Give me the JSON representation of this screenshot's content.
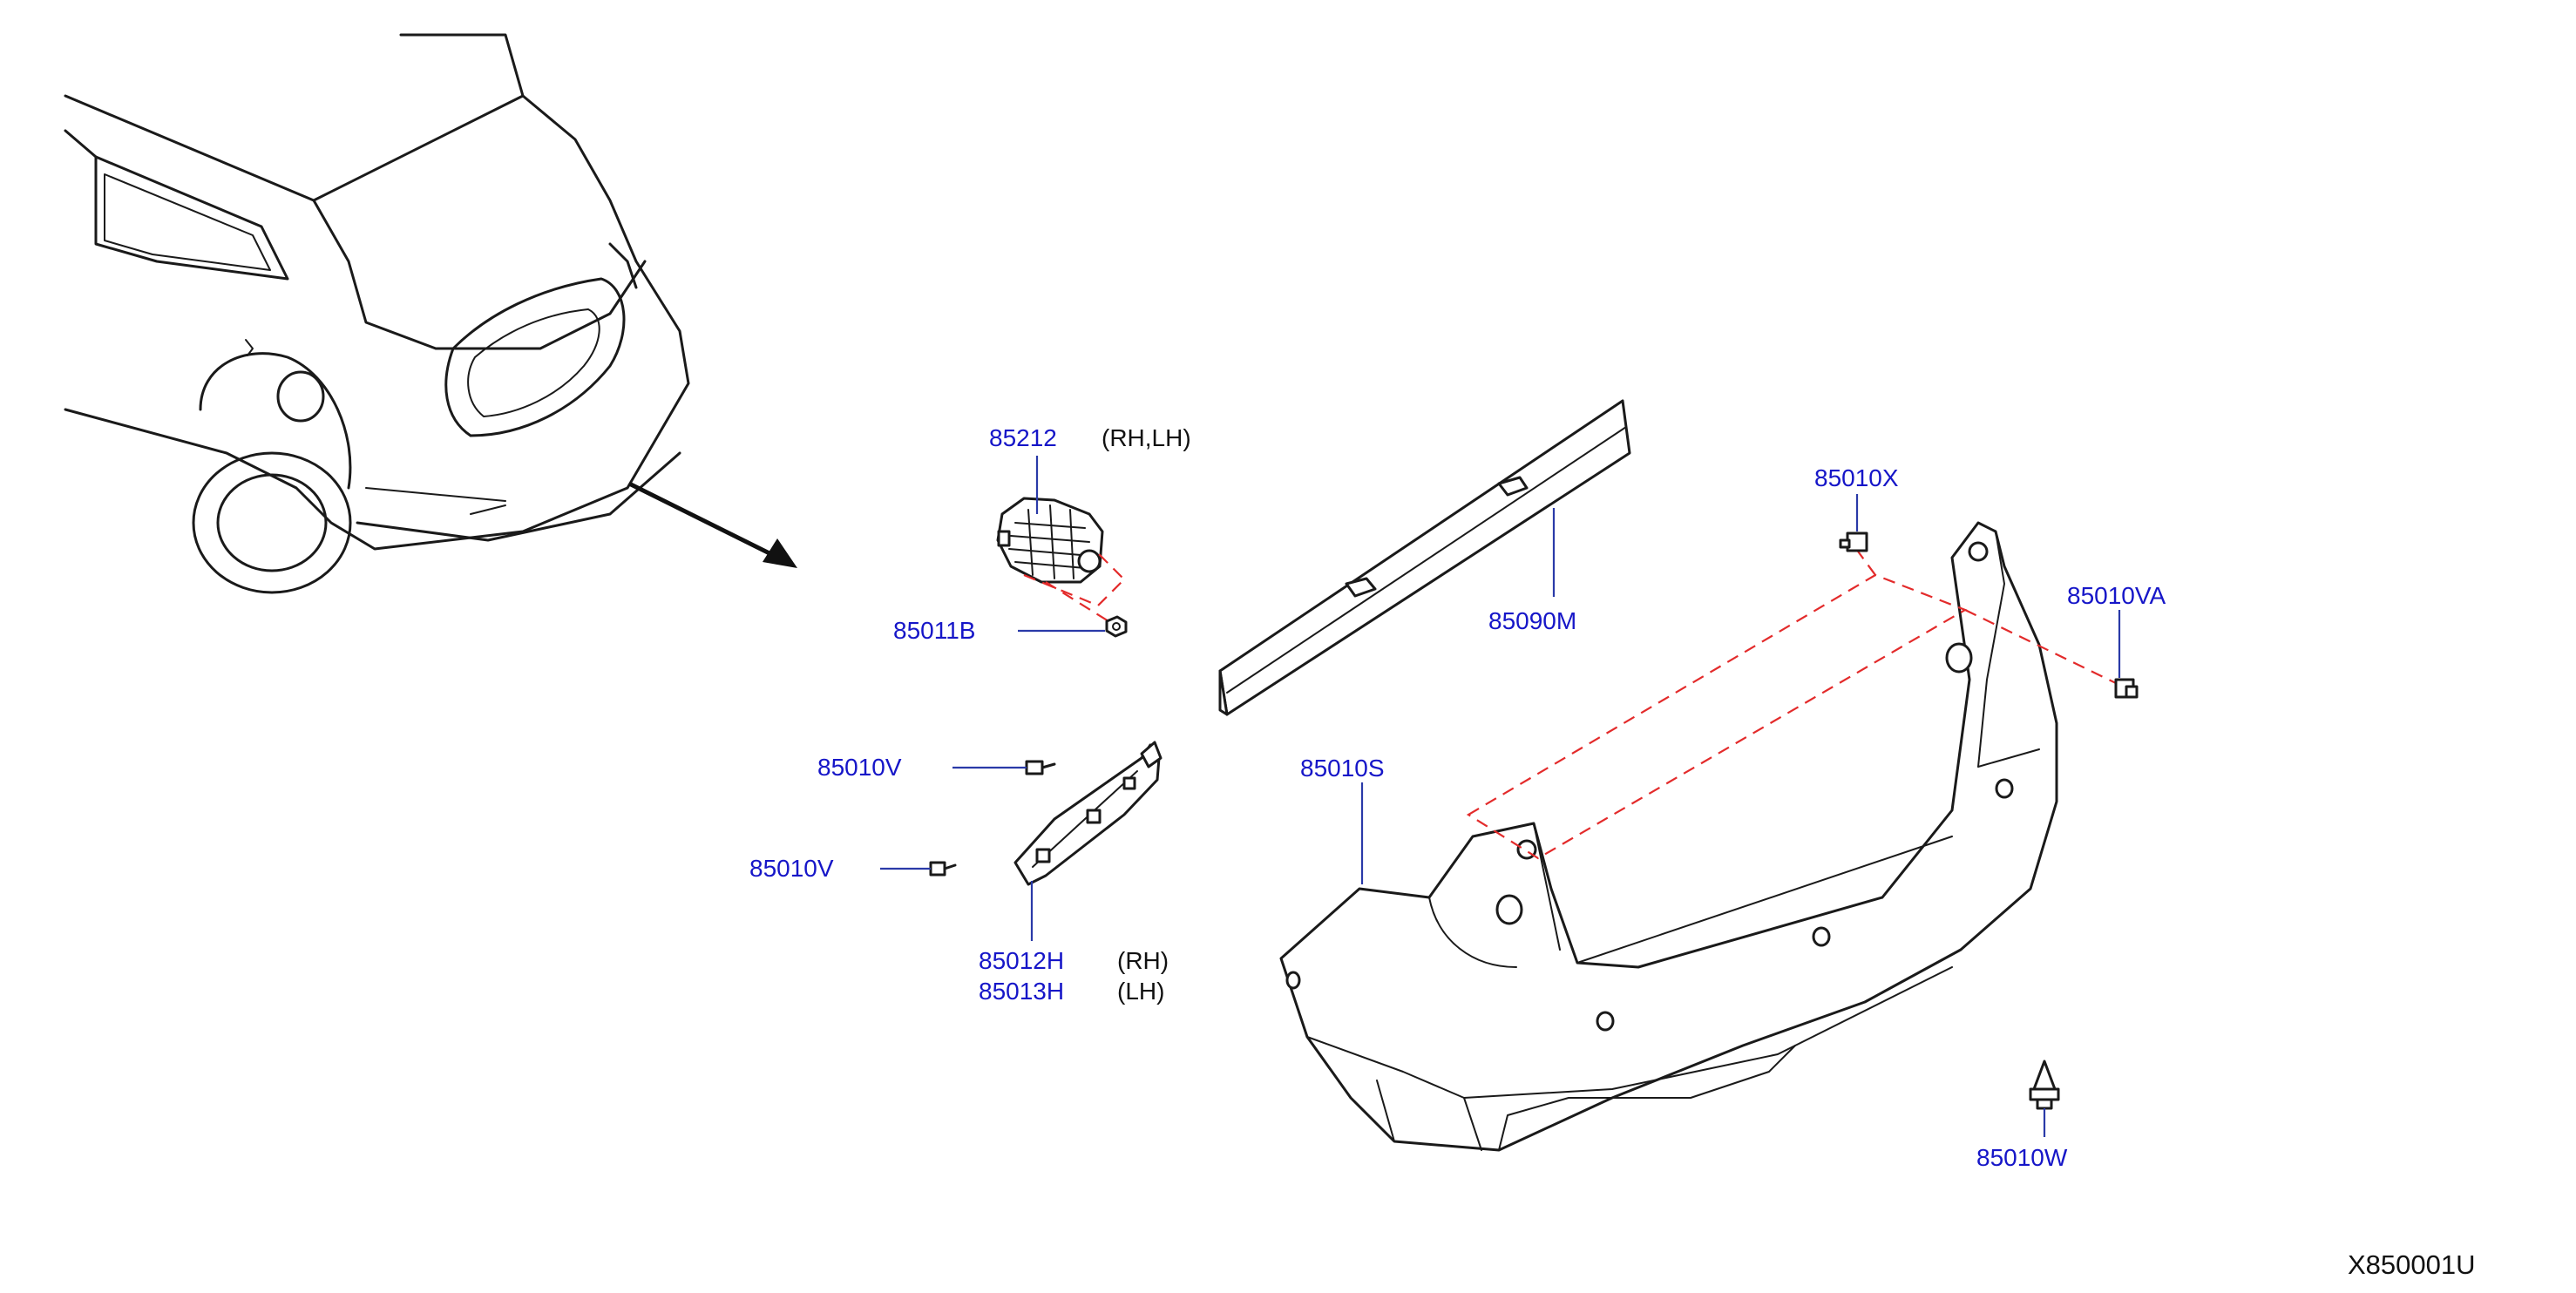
{
  "diagram_code": "X850001U",
  "parts": {
    "sensor_bracket": {
      "number": "85212",
      "note": "(RH,LH)"
    },
    "nut": {
      "number": "85011B"
    },
    "screw_upper": {
      "number": "85010V"
    },
    "screw_lower": {
      "number": "85010V"
    },
    "side_bracket": {
      "number_rh": "85012H",
      "note_rh": "(RH)",
      "number_lh": "85013H",
      "note_lh": "(LH)"
    },
    "energy_absorber": {
      "number": "85090M"
    },
    "bumper_fascia": {
      "number": "85010S"
    },
    "clip_x": {
      "number": "85010X"
    },
    "clip_va": {
      "number": "85010VA"
    },
    "clip_w": {
      "number": "85010W"
    }
  },
  "colors": {
    "callout_text": "#1616c8",
    "leader_line": "#2a3aa8",
    "alignment_dash": "#e32b2b",
    "linework": "#1a1a1a"
  }
}
